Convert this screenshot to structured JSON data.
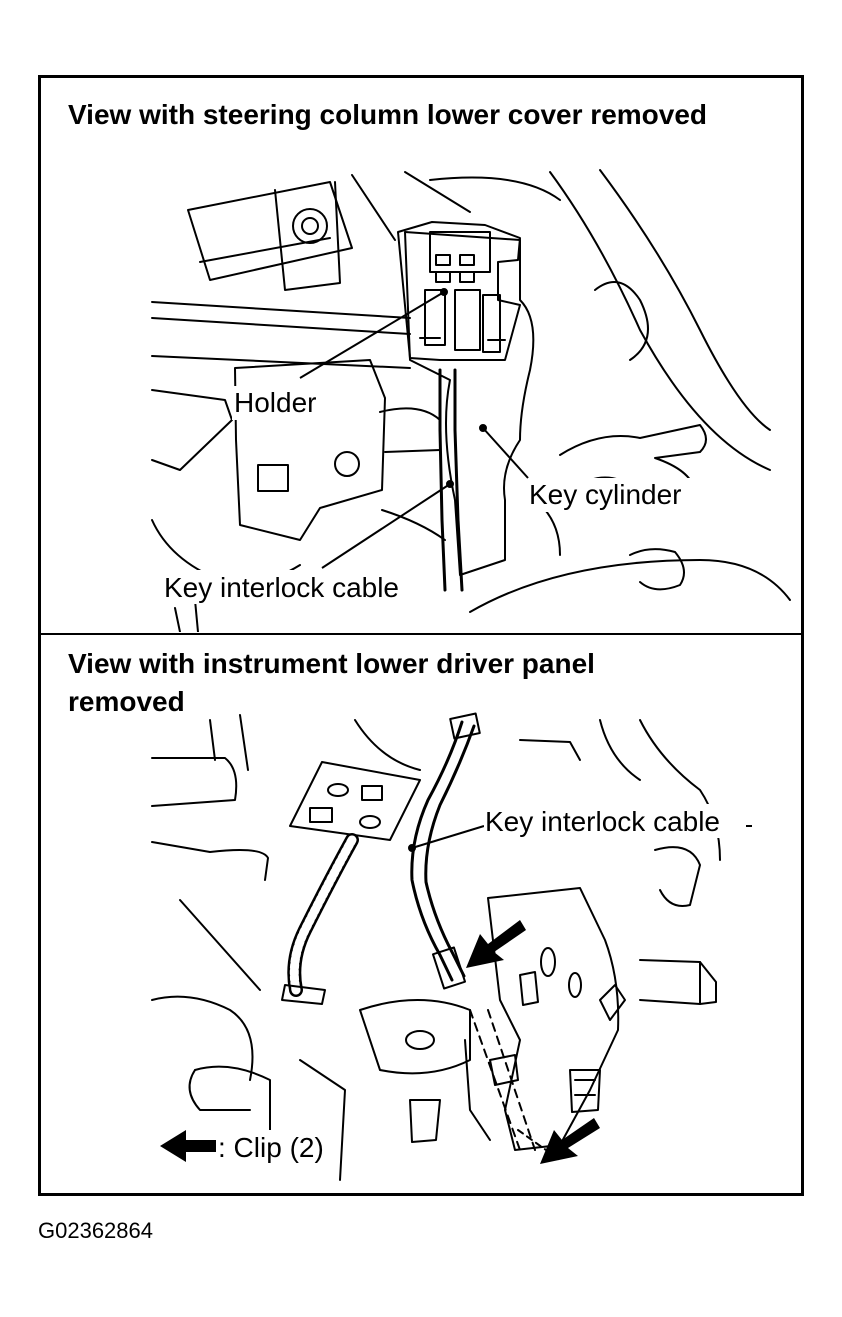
{
  "figure_id": "G02362864",
  "top_panel": {
    "title": "View with steering column lower cover removed",
    "labels": {
      "holder": "Holder",
      "key_cylinder": "Key cylinder",
      "key_interlock_cable": "Key interlock cable"
    }
  },
  "bottom_panel": {
    "title": "View with instrument lower driver panel removed",
    "labels": {
      "key_interlock_cable": "Key interlock cable",
      "clip_legend": ": Clip (2)"
    }
  }
}
